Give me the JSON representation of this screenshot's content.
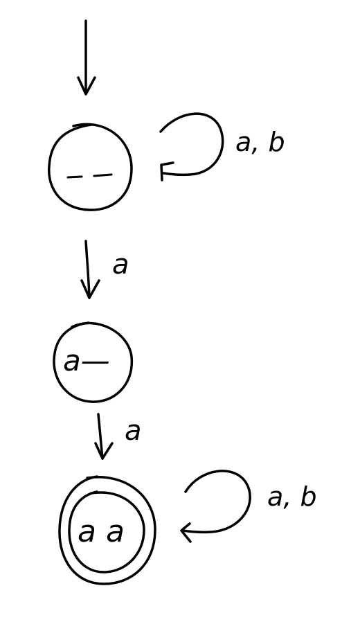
{
  "diagram": {
    "ink_color": "#000000",
    "background": "#ffffff",
    "states": [
      {
        "name": "start-state",
        "label": "_ _",
        "initial": true,
        "accepting": false
      },
      {
        "name": "middle-state",
        "label": "a—",
        "initial": false,
        "accepting": false
      },
      {
        "name": "final-state",
        "label": "a a",
        "initial": false,
        "accepting": true
      }
    ],
    "transitions": {
      "start_loop": "a, b",
      "start_to_middle": "a",
      "middle_to_final": "a",
      "final_loop": "a, b"
    }
  }
}
